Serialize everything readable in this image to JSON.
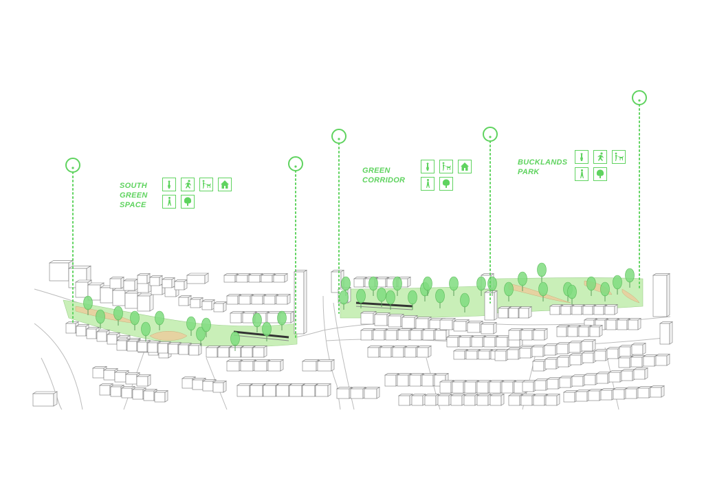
{
  "colors": {
    "accent": "#5fd35f",
    "tree_fill": "#7fdc7f",
    "park_fill": "#c9efb8",
    "path_fill": "#e6d2a1",
    "building_stroke": "#777777",
    "road_stroke": "#bbbbbb",
    "boardwalk": "#333333"
  },
  "zones": [
    {
      "id": "south-green-space",
      "label_lines": [
        "SOUTH",
        "GREEN",
        "SPACE"
      ],
      "icons": [
        "statue-icon",
        "runner-icon",
        "dog-walking-icon",
        "house-icon",
        "walker-icon",
        "tree-icon"
      ]
    },
    {
      "id": "green-corridor",
      "label_lines": [
        "GREEN",
        "CORRIDOR"
      ],
      "icons": [
        "statue-icon",
        "dog-walking-icon",
        "house-icon",
        "walker-icon",
        "tree-icon"
      ]
    },
    {
      "id": "bucklands-park",
      "label_lines": [
        "BUCKLANDS",
        "PARK"
      ],
      "icons": [
        "statue-icon",
        "runner-icon",
        "dog-walking-icon",
        "walker-icon",
        "tree-icon"
      ]
    }
  ],
  "markers": [
    {
      "name": "marker-south-west"
    },
    {
      "name": "marker-south-east"
    },
    {
      "name": "marker-corridor-west"
    },
    {
      "name": "marker-corridor-east"
    },
    {
      "name": "marker-park-east"
    }
  ]
}
